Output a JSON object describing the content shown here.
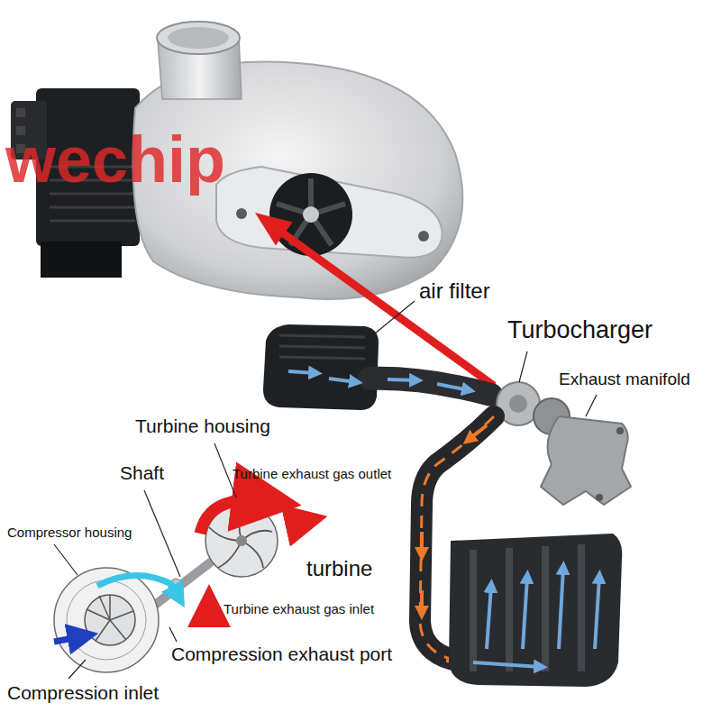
{
  "diagram": {
    "labels": [
      "wechip",
      "air filter",
      "Turbocharger",
      "Exhaust manifold",
      "Turbine housing",
      "Shaft",
      "Turbine exhaust gas outlet",
      "Compressor housing",
      "turbine",
      "Turbine exhaust gas inlet",
      "Compression exhaust port",
      "Compression inlet"
    ]
  }
}
